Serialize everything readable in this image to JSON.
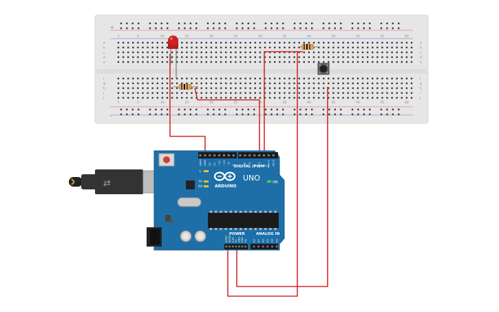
{
  "breadboard": {
    "column_numbers": [
      "1",
      "5",
      "10",
      "15",
      "20",
      "25",
      "30",
      "35",
      "40",
      "45",
      "50",
      "55",
      "60"
    ],
    "row_letters_top": [
      "a",
      "b",
      "c",
      "d",
      "e"
    ],
    "row_letters_bottom": [
      "f",
      "g",
      "h",
      "i",
      "j"
    ],
    "rail_plus": "+",
    "rail_minus": "-"
  },
  "arduino": {
    "brand": "ARDUINO",
    "model": "UNO",
    "digital_label": "DIGITAL (PWM~)",
    "power_label": "POWER",
    "analog_label": "ANALOG IN",
    "on_label": "ON",
    "led_labels": [
      "L",
      "TX",
      "RX"
    ],
    "top_pins": [
      "AREF",
      "GND",
      "13",
      "12",
      "~11",
      "~10",
      "~9",
      "8",
      "7",
      "~6",
      "~5",
      "4",
      "~3",
      "2",
      "TX 1",
      "RX 0"
    ],
    "power_pins": [
      "IOREF",
      "RESET",
      "3.3V",
      "5V",
      "GND",
      "GND",
      "Vin"
    ],
    "analog_pins": [
      "A0",
      "A1",
      "A2",
      "A3",
      "A4",
      "A5"
    ]
  },
  "colors": {
    "wire": "#d62828",
    "board": "#1e6fa8",
    "breadboard": "#e6e6e6",
    "rail_red": "#e05555",
    "rail_blue": "#5a78c8"
  }
}
